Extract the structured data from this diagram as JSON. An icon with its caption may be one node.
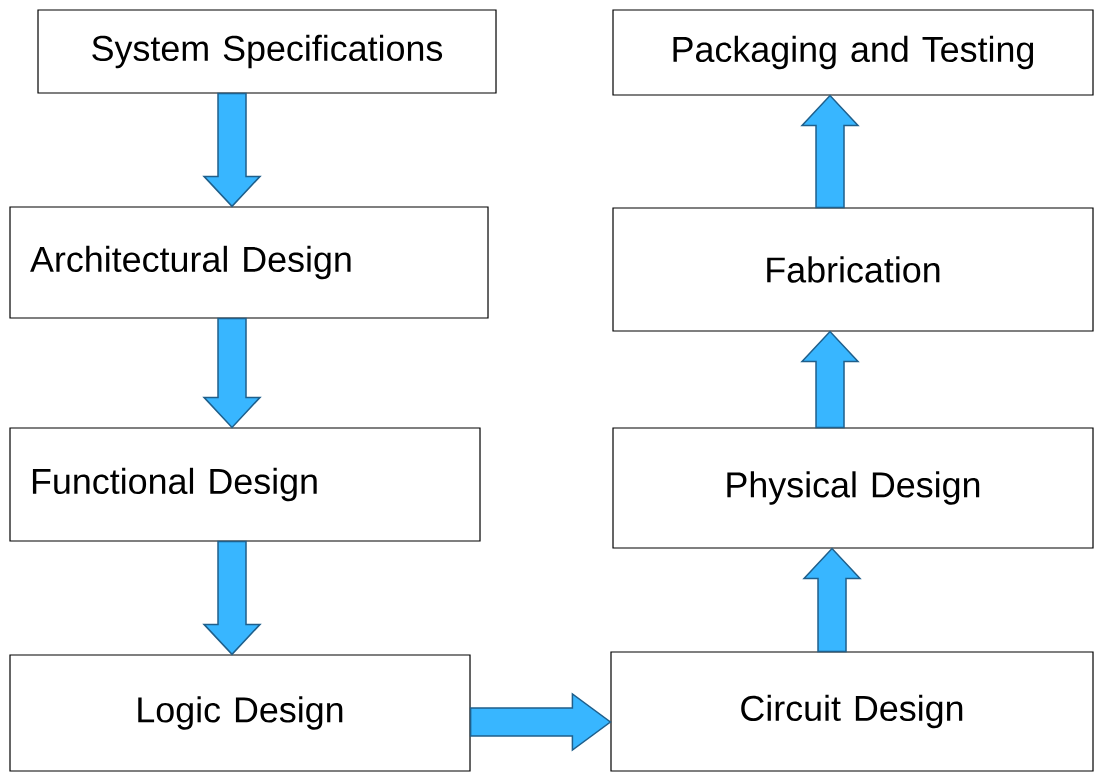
{
  "diagram": {
    "nodes": [
      {
        "text": [
          "System Specifications"
        ]
      },
      {
        "text": [
          "Architectural Design"
        ]
      },
      {
        "text": [
          "Functional Design"
        ]
      },
      {
        "text": [
          "Logic Design"
        ]
      },
      {
        "text": [
          "Circuit Design"
        ]
      },
      {
        "text": [
          "Physical Design"
        ]
      },
      {
        "text": [
          "Fabrication"
        ]
      },
      {
        "text": [
          "Packaging and Testing"
        ]
      }
    ],
    "edges": [
      {
        "from": 0,
        "to": 1,
        "arrow": "to"
      },
      {
        "from": 1,
        "to": 2,
        "arrow": "to"
      },
      {
        "from": 2,
        "to": 3,
        "arrow": "to"
      },
      {
        "from": 3,
        "to": 4,
        "arrow": "to"
      },
      {
        "from": 4,
        "to": 5,
        "arrow": "to"
      },
      {
        "from": 5,
        "to": 6,
        "arrow": "to"
      },
      {
        "from": 6,
        "to": 7,
        "arrow": "to"
      }
    ]
  }
}
